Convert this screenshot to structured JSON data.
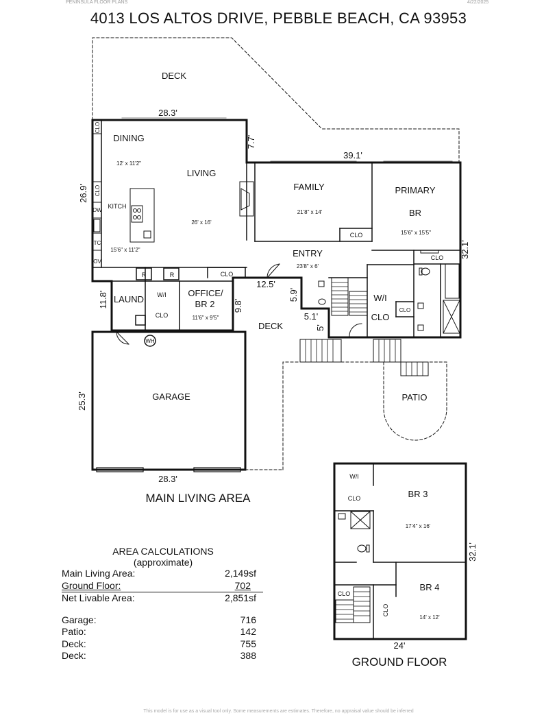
{
  "header": {
    "company": "PENINSULA FLOOR PLANS",
    "date": "4/22/2025",
    "title": "4013 LOS ALTOS DRIVE, PEBBLE BEACH, CA  93953"
  },
  "main_floor": {
    "caption": "MAIN LIVING AREA",
    "rooms": {
      "deck_top": "DECK",
      "dining": "DINING",
      "dining_size": "12' x 11'2\"",
      "living": "LIVING",
      "living_size": "26' x 16'",
      "kitchen": "KITCH",
      "kitchen_size": "15'6\" x 11'2\"",
      "family": "FAMILY",
      "family_size": "21'8\" x 14'",
      "primary": "PRIMARY",
      "primary_br": "BR",
      "primary_size": "15'6\" x 15'5\"",
      "entry": "ENTRY",
      "entry_size": "23'8\" x 6'",
      "laund": "LAUND",
      "wi_main": "W/I",
      "clo_main": "CLO",
      "office": "OFFICE/",
      "office_br": "BR 2",
      "office_size": "11'6\" x 9'5\"",
      "deck_mid": "DECK",
      "garage": "GARAGE",
      "patio": "PATIO",
      "wi_primary": "W/I",
      "clo_primary": "CLO",
      "clo_family": "CLO",
      "clo_bath": "CLO",
      "clo_small": "CLO",
      "clo_hall": "CLO",
      "clo_vert_1": "CLO",
      "clo_vert_2": "CLO",
      "r1": "R",
      "r2": "R",
      "dw": "DW",
      "tc": "TC",
      "ov": "OV",
      "wh": "WH"
    },
    "dimensions": {
      "top_width": "28.3'",
      "step_height": "7.7'",
      "family_width": "39.1'",
      "left_height": "26.9'",
      "right_height": "32.1'",
      "laund_height": "11.8'",
      "office_height": "9.8'",
      "deck_width": "12.5'",
      "entry_step": "5.9'",
      "entry_width": "5.1'",
      "stair_height": "5'",
      "garage_height": "25.3'",
      "garage_width": "28.3'"
    }
  },
  "area_calculations": {
    "title": "AREA CALCULATIONS",
    "subtitle": "(approximate)",
    "rows": [
      {
        "name": "Main Living Area:",
        "value": "2,149sf"
      },
      {
        "name": "Ground Floor:",
        "value": "702"
      },
      {
        "name": "Net Livable Area:",
        "value": "2,851sf"
      }
    ],
    "other_rows": [
      {
        "name": "Garage:",
        "value": "716"
      },
      {
        "name": "Patio:",
        "value": "142"
      },
      {
        "name": "Deck:",
        "value": "755"
      },
      {
        "name": "Deck:",
        "value": "388"
      }
    ]
  },
  "ground_floor": {
    "caption": "GROUND FLOOR",
    "rooms": {
      "wi": "W/I",
      "clo_top": "CLO",
      "br3": "BR 3",
      "br3_size": "17'4\" x 16'",
      "br4": "BR 4",
      "br4_size": "14' x 12'",
      "clo_left": "CLO",
      "clo_vert": "CLO"
    },
    "dimensions": {
      "height": "32.1'",
      "width": "24'"
    }
  },
  "footer": {
    "disclaimer": "This model is for use as a visual tool only. Some measurements are estimates. Therefore, no appraisal value should be inferred"
  },
  "colors": {
    "line": "#111111",
    "muted_text": "#9a9a9a"
  }
}
